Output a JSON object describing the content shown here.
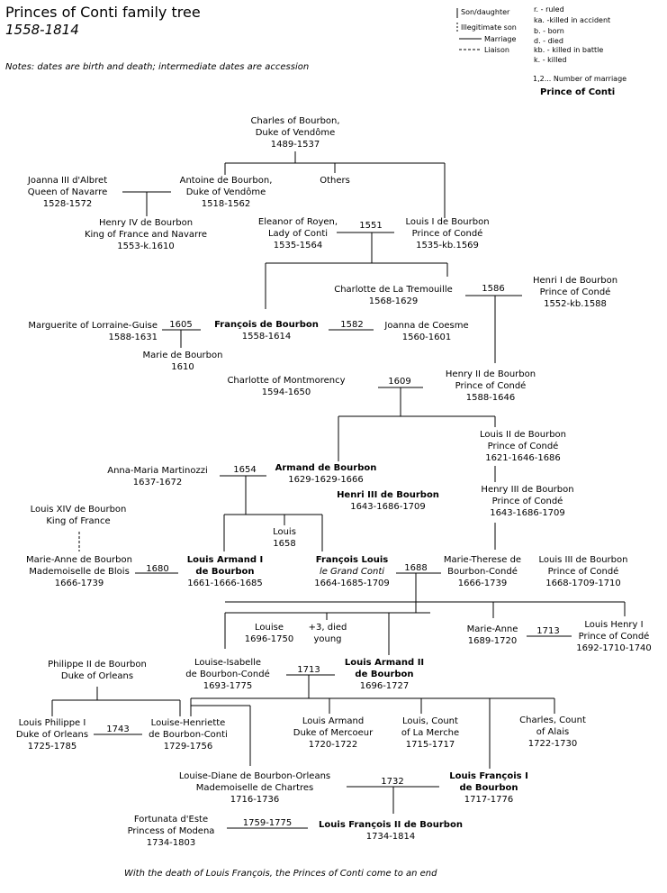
{
  "header": {
    "title": "Princes of Conti family tree",
    "subtitle": "1558-1814",
    "notes": "Notes: dates are birth and death; intermediate dates are accession"
  },
  "legend": {
    "son_daughter": "Son/daughter",
    "illegitimate": "Illegitimate son",
    "marriage": "Marriage",
    "liaison": "Liaison",
    "abbrev": [
      "r. - ruled",
      "ka. -killed in accident",
      "b. - born",
      "d. - died",
      "kb. - killed in battle",
      "k. - killed"
    ],
    "marriage_number": "1,2... Number of marriage",
    "prince_label": "Prince of Conti"
  },
  "people": [
    {
      "id": "charles-of-bourbon",
      "lines": [
        "Charles of Bourbon,",
        "Duke of Vendôme",
        "1489-1537"
      ],
      "bold": false
    },
    {
      "id": "joanna-iii",
      "lines": [
        "Joanna III d'Albret",
        "Queen of Navarre",
        "1528-1572"
      ],
      "bold": false
    },
    {
      "id": "antoine-de-bourbon",
      "lines": [
        "Antoine de Bourbon,",
        "Duke of Vendôme",
        "1518-1562"
      ],
      "bold": false
    },
    {
      "id": "others",
      "lines": [
        "Others"
      ],
      "bold": false
    },
    {
      "id": "henry-iv",
      "lines": [
        "Henry IV de Bourbon",
        "King of France and Navarre",
        "1553-k.1610"
      ],
      "bold": false
    },
    {
      "id": "eleanor-of-royen",
      "lines": [
        "Eleanor of Royen,",
        "Lady of Conti",
        "1535-1564"
      ],
      "bold": false
    },
    {
      "id": "louis-i-de-bourbon",
      "lines": [
        "Louis I de Bourbon",
        "Prince of Condé",
        "1535-kb.1569"
      ],
      "bold": false
    },
    {
      "id": "charlotte-de-la-tremouille",
      "lines": [
        "Charlotte de La Tremouille",
        "1568-1629"
      ],
      "bold": false
    },
    {
      "id": "henri-i-de-bourbon",
      "lines": [
        "Henri I de Bourbon",
        "Prince of Condé",
        "1552-kb.1588"
      ],
      "bold": false
    },
    {
      "id": "marguerite-of-lorraine",
      "lines": [
        "Marguerite of Lorraine-Guise",
        "1588-1631"
      ],
      "bold": false
    },
    {
      "id": "francois-de-bourbon",
      "lines": [
        "François de Bourbon",
        "1558-1614"
      ],
      "bold": true
    },
    {
      "id": "joanna-de-coesme",
      "lines": [
        "Joanna de Coesme",
        "1560-1601"
      ],
      "bold": false
    },
    {
      "id": "marie-de-bourbon",
      "lines": [
        "Marie de Bourbon",
        "1610"
      ],
      "bold": false
    },
    {
      "id": "charlotte-of-montmorency",
      "lines": [
        "Charlotte of Montmorency",
        "1594-1650"
      ],
      "bold": false
    },
    {
      "id": "henry-ii-de-bourbon",
      "lines": [
        "Henry II de Bourbon",
        "Prince of Condé",
        "1588-1646"
      ],
      "bold": false
    },
    {
      "id": "louis-ii-de-bourbon",
      "lines": [
        "Louis II de Bourbon",
        "Prince of Condé",
        "1621-1646-1686"
      ],
      "bold": false
    },
    {
      "id": "anna-maria-martinozzi",
      "lines": [
        "Anna-Maria Martinozzi",
        "1637-1672"
      ],
      "bold": false
    },
    {
      "id": "armand-de-bourbon",
      "lines": [
        "Armand de Bourbon",
        "1629-1629-1666"
      ],
      "bold": true
    },
    {
      "id": "henri-iii-de-bourbon-left",
      "lines": [
        "Henri III de Bourbon",
        "1643-1686-1709"
      ],
      "bold": true
    },
    {
      "id": "henry-iii-de-bourbon-right",
      "lines": [
        "Henry III de Bourbon",
        "Prince of Condé",
        "1643-1686-1709"
      ],
      "bold": false
    },
    {
      "id": "louis-xiv",
      "lines": [
        "Louis XIV de Bourbon",
        "King of France"
      ],
      "bold": false
    },
    {
      "id": "louis-1658",
      "lines": [
        "Louis",
        "1658"
      ],
      "bold": false
    },
    {
      "id": "marie-anne-de-bourbon",
      "lines": [
        "Marie-Anne de Bourbon",
        "Mademoiselle de Blois",
        "1666-1739"
      ],
      "bold": false
    },
    {
      "id": "louis-armand-i",
      "lines": [
        "Louis Armand I",
        "de Bourbon",
        "1661-1666-1685"
      ],
      "bold": true
    },
    {
      "id": "francois-louis",
      "lines": [
        "François Louis",
        "le Grand Conti",
        "1664-1685-1709"
      ],
      "bold": true
    },
    {
      "id": "marie-therese",
      "lines": [
        "Marie-Therese de",
        "Bourbon-Condé",
        "1666-1739"
      ],
      "bold": false
    },
    {
      "id": "louis-iii-de-bourbon",
      "lines": [
        "Louis III de Bourbon",
        "Prince of Condé",
        "1668-1709-1710"
      ],
      "bold": false
    },
    {
      "id": "louise",
      "lines": [
        "Louise",
        "1696-1750"
      ],
      "bold": false
    },
    {
      "id": "plus-three",
      "lines": [
        "+3, died",
        "young"
      ],
      "bold": false
    },
    {
      "id": "marie-anne",
      "lines": [
        "Marie-Anne",
        "1689-1720"
      ],
      "bold": false
    },
    {
      "id": "louis-henry-i",
      "lines": [
        "Louis Henry I",
        "Prince of Condé",
        "1692-1710-1740"
      ],
      "bold": false
    },
    {
      "id": "philippe-ii",
      "lines": [
        "Philippe II de Bourbon",
        "Duke of Orleans"
      ],
      "bold": false
    },
    {
      "id": "louise-isabelle",
      "lines": [
        "Louise-Isabelle",
        "de Bourbon-Condé",
        "1693-1775"
      ],
      "bold": false
    },
    {
      "id": "louis-armand-ii",
      "lines": [
        "Louis Armand II",
        "de Bourbon",
        "1696-1727"
      ],
      "bold": true
    },
    {
      "id": "louis-philippe-i",
      "lines": [
        "Louis Philippe I",
        "Duke of Orleans",
        "1725-1785"
      ],
      "bold": false
    },
    {
      "id": "louise-henriette",
      "lines": [
        "Louise-Henriette",
        "de Bourbon-Conti",
        "1729-1756"
      ],
      "bold": false
    },
    {
      "id": "louis-armand-mercoeur",
      "lines": [
        "Louis Armand",
        "Duke of Mercoeur",
        "1720-1722"
      ],
      "bold": false
    },
    {
      "id": "louis-count-la-merche",
      "lines": [
        "Louis, Count",
        "of La Merche",
        "1715-1717"
      ],
      "bold": false
    },
    {
      "id": "charles-count-alais",
      "lines": [
        "Charles, Count",
        "of Alais",
        "1722-1730"
      ],
      "bold": false
    },
    {
      "id": "louise-diane",
      "lines": [
        "Louise-Diane de Bourbon-Orleans",
        "Mademoiselle de Chartres",
        "1716-1736"
      ],
      "bold": false
    },
    {
      "id": "louis-francois-i",
      "lines": [
        "Louis François I",
        "de Bourbon",
        "1717-1776"
      ],
      "bold": true
    },
    {
      "id": "fortunata-deste",
      "lines": [
        "Fortunata d'Este",
        "Princess of Modena",
        "1734-1803"
      ],
      "bold": false
    },
    {
      "id": "louis-francois-ii",
      "lines": [
        "Louis François II de Bourbon",
        "1734-1814"
      ],
      "bold": true
    }
  ],
  "marriages": [
    {
      "id": "m-1551",
      "label": "1551"
    },
    {
      "id": "m-1586",
      "label": "1586"
    },
    {
      "id": "m-1605",
      "label": "1605"
    },
    {
      "id": "m-1582",
      "label": "1582"
    },
    {
      "id": "m-1609",
      "label": "1609"
    },
    {
      "id": "m-1654",
      "label": "1654"
    },
    {
      "id": "m-1680",
      "label": "1680"
    },
    {
      "id": "m-1688",
      "label": "1688"
    },
    {
      "id": "m-1713a",
      "label": "1713"
    },
    {
      "id": "m-1713b",
      "label": "1713"
    },
    {
      "id": "m-1743",
      "label": "1743"
    },
    {
      "id": "m-1732",
      "label": "1732"
    },
    {
      "id": "m-1759",
      "label": "1759-1775"
    }
  ],
  "footer": "With the death of Louis François, the Princes of Conti come to an end"
}
